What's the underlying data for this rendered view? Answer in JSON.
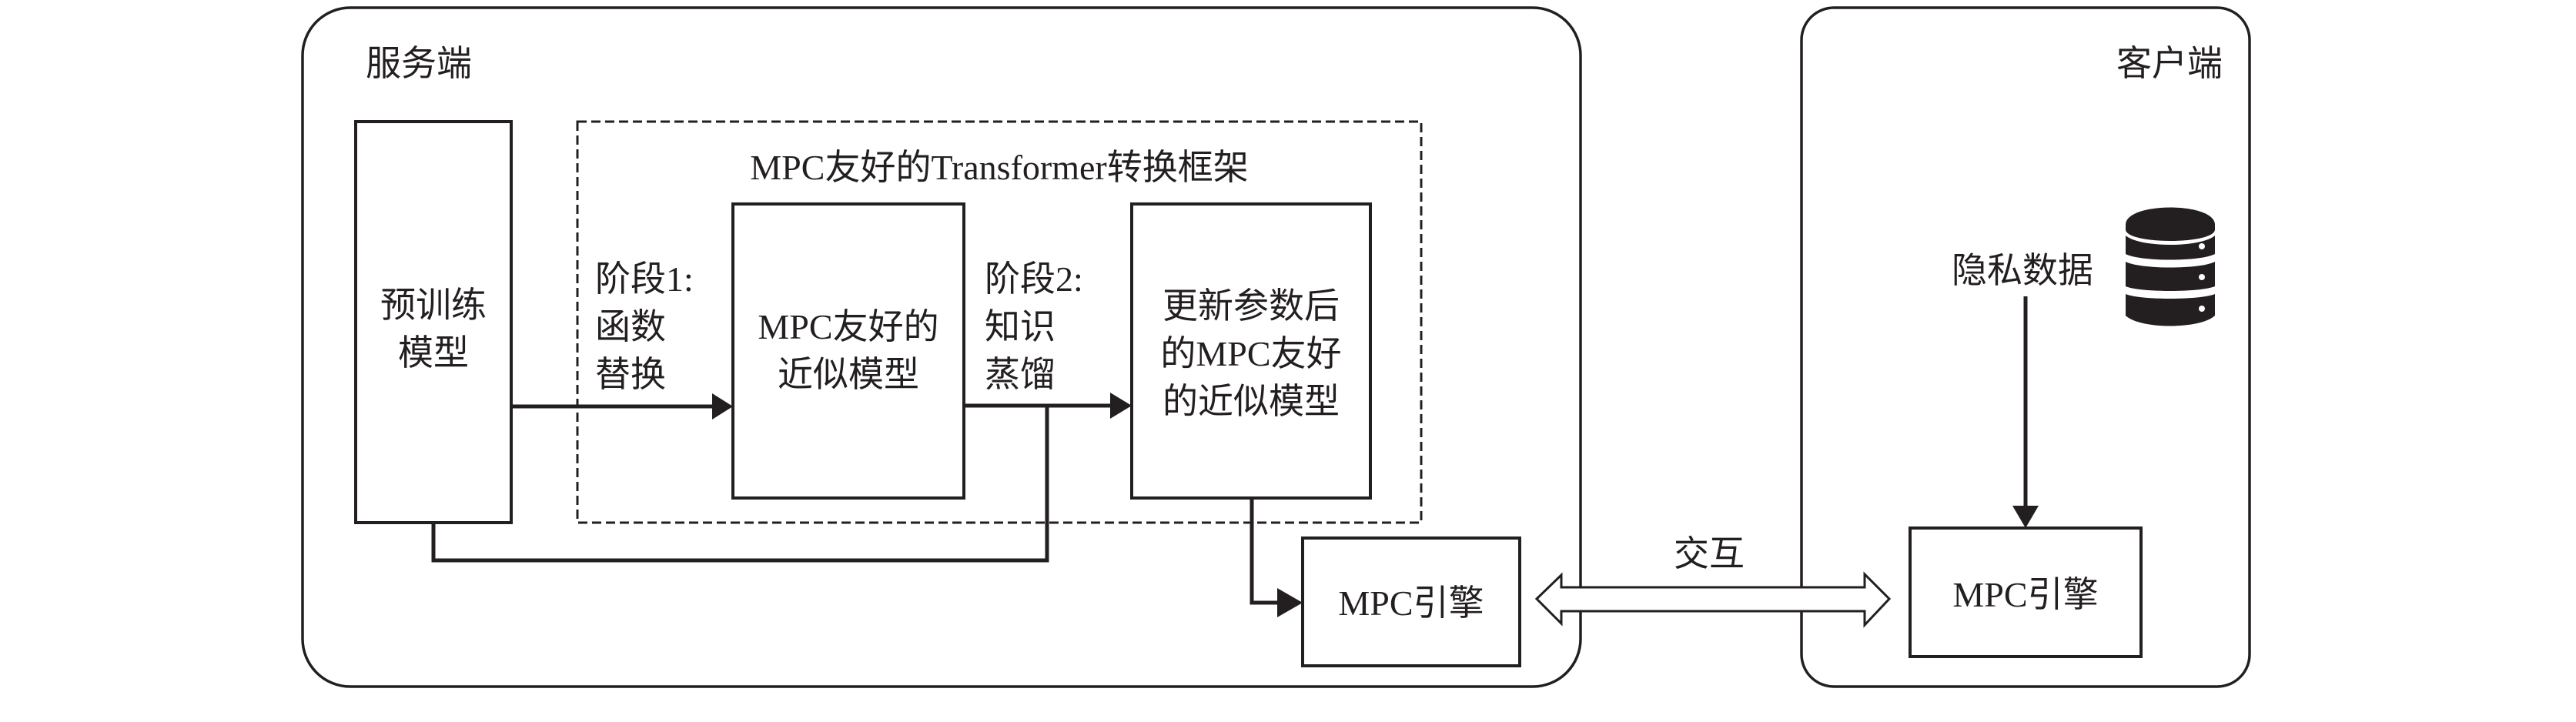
{
  "server": {
    "title": "服务端",
    "pretrained_model": {
      "lines": [
        "预训练",
        "模型"
      ]
    },
    "framework": {
      "title": "MPC友好的Transformer转换框架",
      "stage1": {
        "lines": [
          "阶段1:",
          "函数",
          "替换"
        ]
      },
      "approx_model": {
        "lines": [
          "MPC友好的",
          "近似模型"
        ]
      },
      "stage2": {
        "lines": [
          "阶段2:",
          "知识",
          "蒸馏"
        ]
      },
      "updated_model": {
        "lines": [
          "更新参数后",
          "的MPC友好",
          "的近似模型"
        ]
      }
    },
    "engine": {
      "label": "MPC引擎"
    }
  },
  "interaction": {
    "label": "交互"
  },
  "client": {
    "title": "客户端",
    "private_data": {
      "label": "隐私数据",
      "icon": "database-icon"
    },
    "engine": {
      "label": "MPC引擎"
    }
  },
  "colors": {
    "stroke": "#231f20",
    "background": "#ffffff"
  }
}
